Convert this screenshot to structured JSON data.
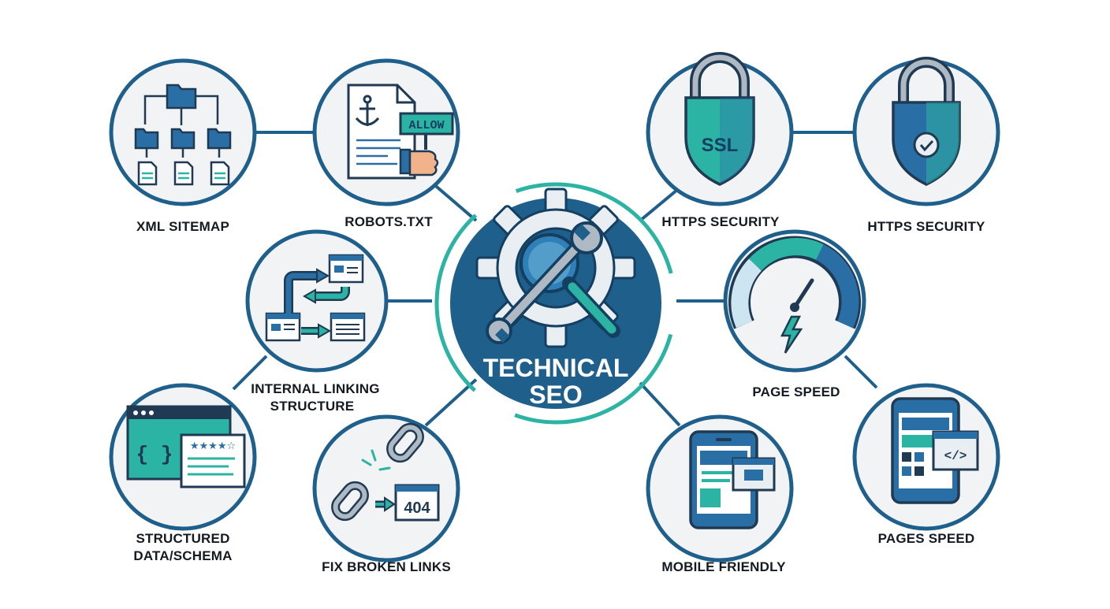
{
  "center": {
    "title_line1": "TECHNICAL",
    "title_line2": "SEO"
  },
  "nodes": {
    "xml_sitemap": {
      "label": "XML SITEMAP"
    },
    "robots_txt": {
      "label": "ROBOTS.TXT",
      "sign_text": "ALLOW"
    },
    "https_security_1": {
      "label": "HTTPS SECURITY",
      "badge_text": "SSL"
    },
    "https_security_2": {
      "label": "HTTPS SECURITY"
    },
    "internal_linking": {
      "label_line1": "INTERNAL LINKING",
      "label_line2": "STRUCTURE"
    },
    "page_speed": {
      "label": "PAGE SPEED"
    },
    "structured_data": {
      "label_line1": "STRUCTURED",
      "label_line2": "DATA/SCHEMA",
      "code_text": "{ }",
      "stars": "★★★★☆"
    },
    "fix_broken_links": {
      "label": "FIX BROKEN LINKS",
      "error_text": "404"
    },
    "mobile_friendly": {
      "label": "MOBILE FRIENDLY"
    },
    "pages_speed": {
      "label": "PAGES SPEED",
      "code_text": "</>"
    }
  },
  "colors": {
    "navy": "#1e5f8c",
    "dark_outline": "#1f3a52",
    "teal": "#2bb3a3",
    "icon_fill": "#f1f3f5",
    "icon_blue": "#2a6ea6",
    "label_text": "#141a22"
  }
}
